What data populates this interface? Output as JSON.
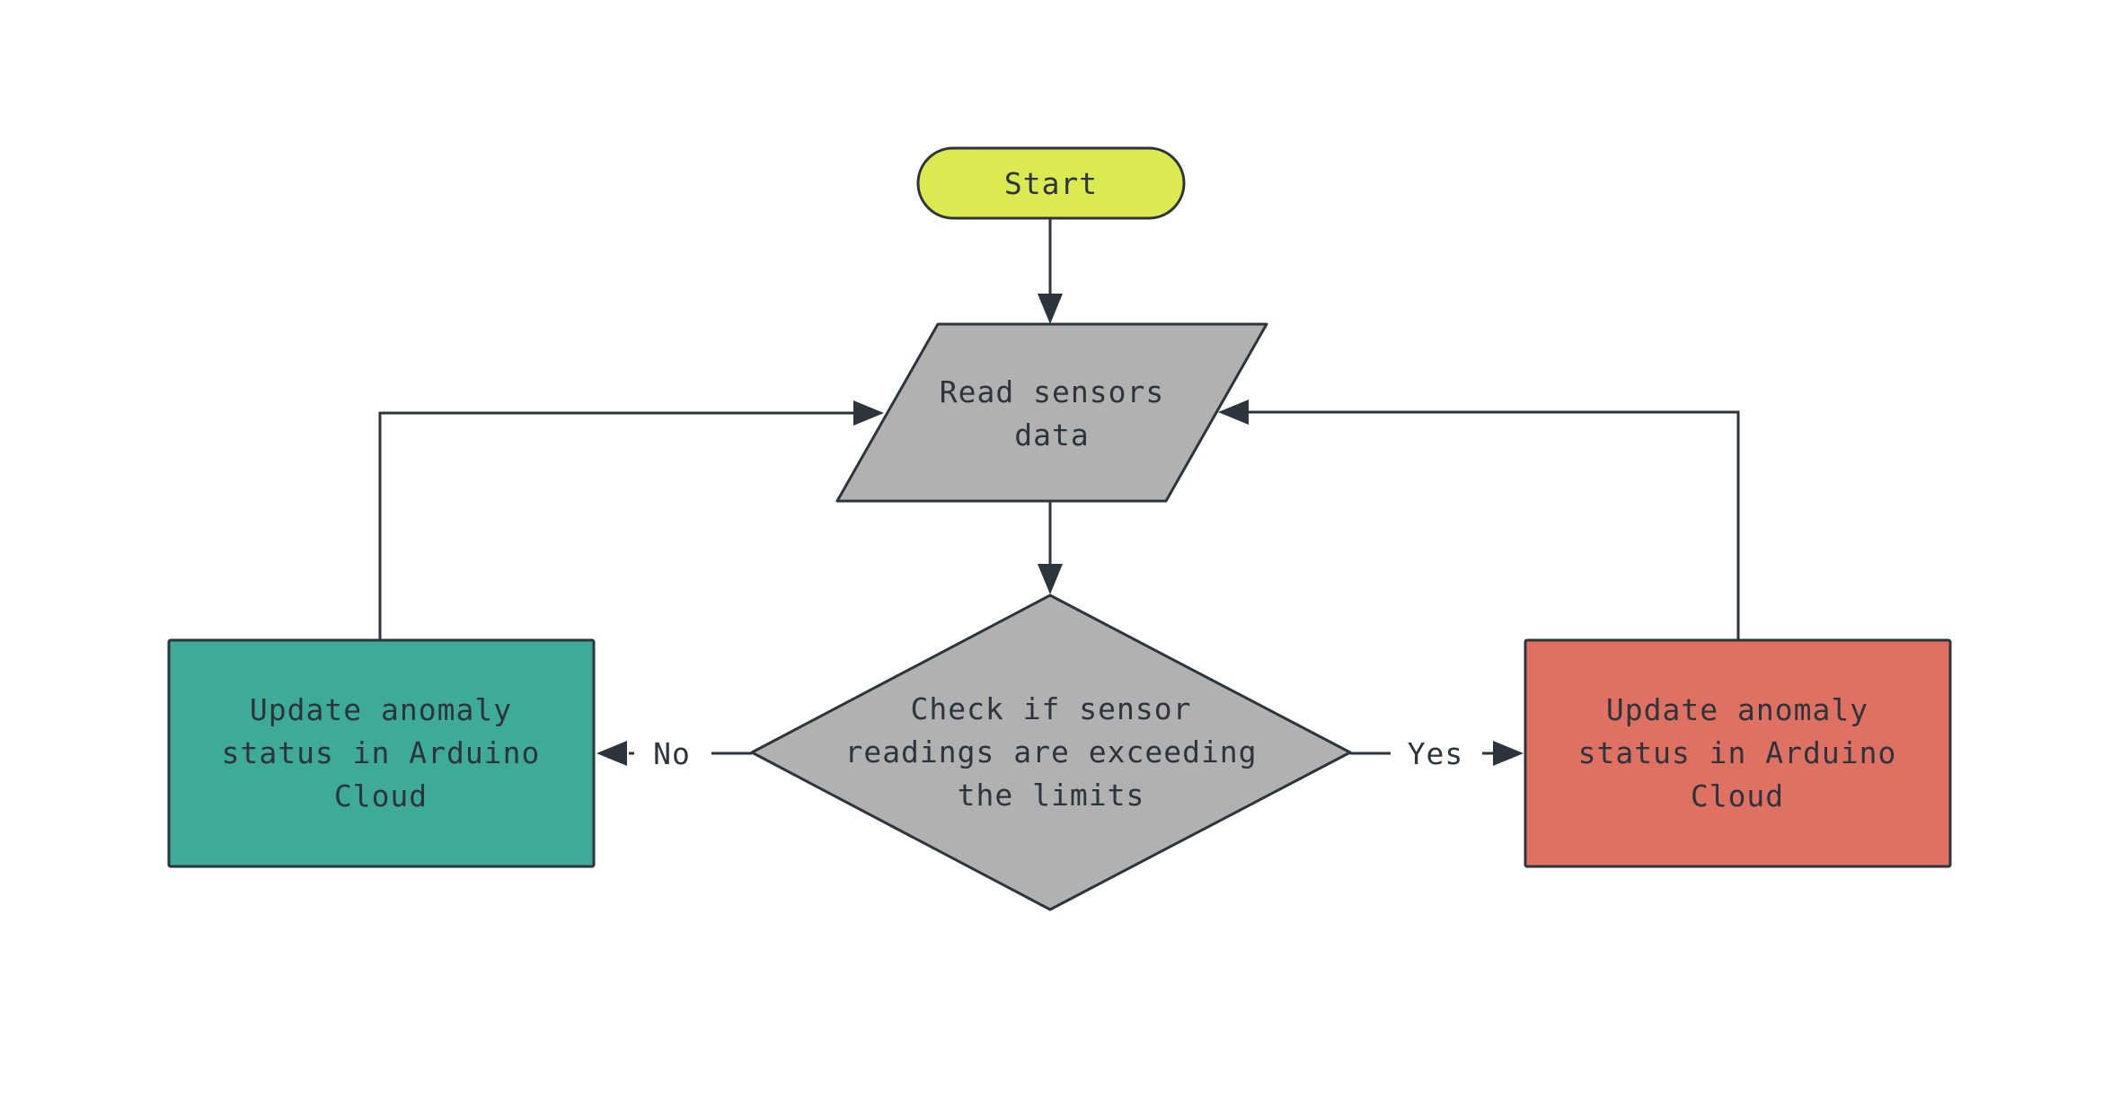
{
  "colors": {
    "background": "#ffffff",
    "stroke": "#2e343c",
    "start_fill": "#dcea51",
    "process_fill": "#b1b1b1",
    "decision_fill": "#b1b1b1",
    "no_branch_fill": "#3dab97",
    "yes_branch_fill": "#df7163"
  },
  "nodes": {
    "start": {
      "label": "Start"
    },
    "read_sensors": {
      "lines": [
        "Read sensors",
        "data"
      ]
    },
    "check_limits": {
      "lines": [
        "Check if sensor",
        "readings are exceeding",
        "the limits"
      ]
    },
    "update_anomaly_no": {
      "lines": [
        "Update anomaly",
        "status in Arduino",
        "Cloud"
      ]
    },
    "update_anomaly_yes": {
      "lines": [
        "Update anomaly",
        "status in Arduino",
        "Cloud"
      ]
    }
  },
  "edges": {
    "no_label": "No",
    "yes_label": "Yes"
  }
}
